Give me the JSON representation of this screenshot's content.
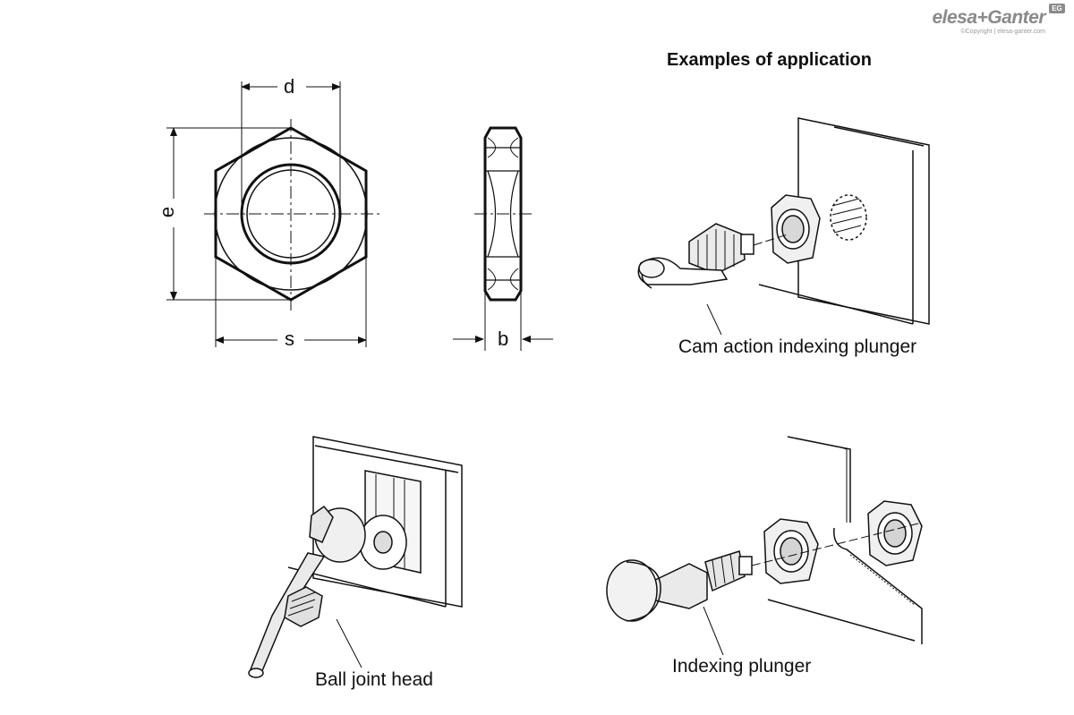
{
  "heading": "Examples of application",
  "brand": {
    "name": "elesa+Ganter",
    "copyright": "©Copyright | elesa-ganter.com",
    "badge": "EG"
  },
  "dimensions": {
    "d": "d",
    "e": "e",
    "s": "s",
    "b": "b"
  },
  "captions": {
    "cam_plunger": "Cam action indexing plunger",
    "ball_joint": "Ball joint head",
    "indexing_plunger": "Indexing plunger"
  }
}
